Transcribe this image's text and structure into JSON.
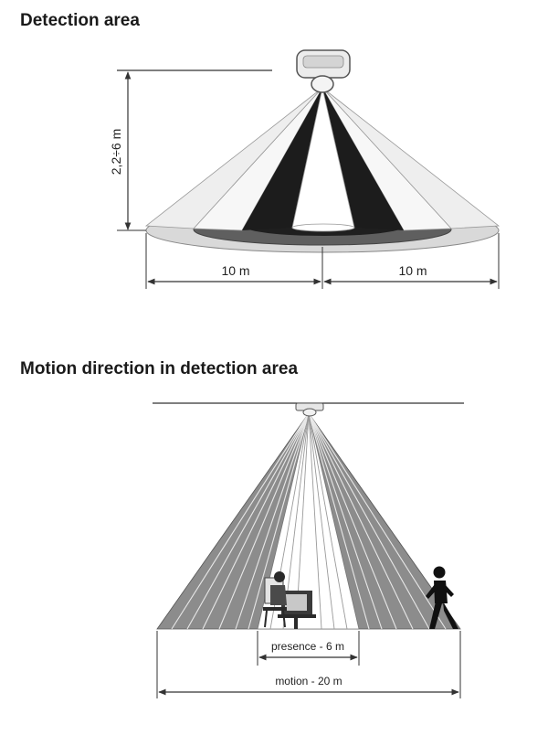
{
  "detection_area": {
    "title": "Detection area",
    "height_label": "2,2÷6 m",
    "left_width_label": "10 m",
    "right_width_label": "10 m"
  },
  "motion_direction": {
    "title": "Motion direction in detection area",
    "presence_label": "presence - 6 m",
    "motion_label": "motion - 20 m"
  }
}
